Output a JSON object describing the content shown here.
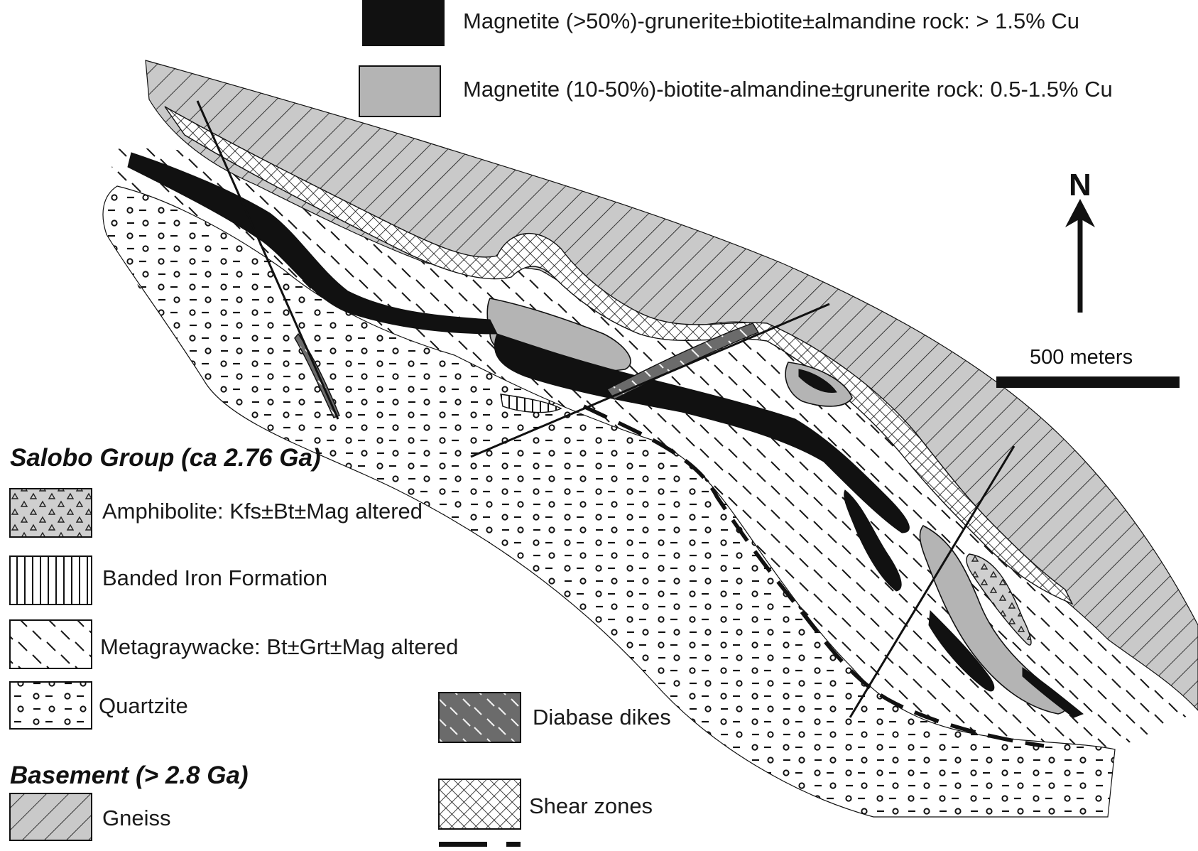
{
  "top_legend": {
    "high_grade": "Magnetite (>50%)-grunerite±biotite±almandine rock: > 1.5% Cu",
    "medium_grade": "Magnetite (10-50%)-biotite-almandine±grunerite rock: 0.5-1.5% Cu"
  },
  "north_arrow": {
    "label": "N",
    "icon": "north-arrow-icon"
  },
  "scale_bar": {
    "label": "500 meters"
  },
  "salobo": {
    "title": "Salobo Group (ca 2.76 Ga)",
    "items": [
      {
        "label": "Amphibolite: Kfs±Bt±Mag altered",
        "pattern": "triangles-on-gray"
      },
      {
        "label": "Banded Iron Formation",
        "pattern": "vertical-lines"
      },
      {
        "label": "Metagraywacke: Bt±Grt±Mag altered",
        "pattern": "dashes"
      },
      {
        "label": "Quartzite",
        "pattern": "circles-and-dashes"
      }
    ]
  },
  "basement": {
    "title": "Basement (> 2.8 Ga)",
    "items": [
      {
        "label": "Gneiss",
        "pattern": "diagonal-lines-on-gray"
      }
    ]
  },
  "other_legend": {
    "items": [
      {
        "label": "Diabase dikes",
        "pattern": "dashes-on-dark-gray"
      },
      {
        "label": "Shear zones",
        "pattern": "crosshatch"
      }
    ]
  },
  "colors": {
    "high_grade": "#111111",
    "medium_grade": "#b4b4b4",
    "gneiss": "#c9c9c9",
    "diabase": "#6b6b6b",
    "amphibolite": "#cfcfcf",
    "line": "#111111"
  }
}
